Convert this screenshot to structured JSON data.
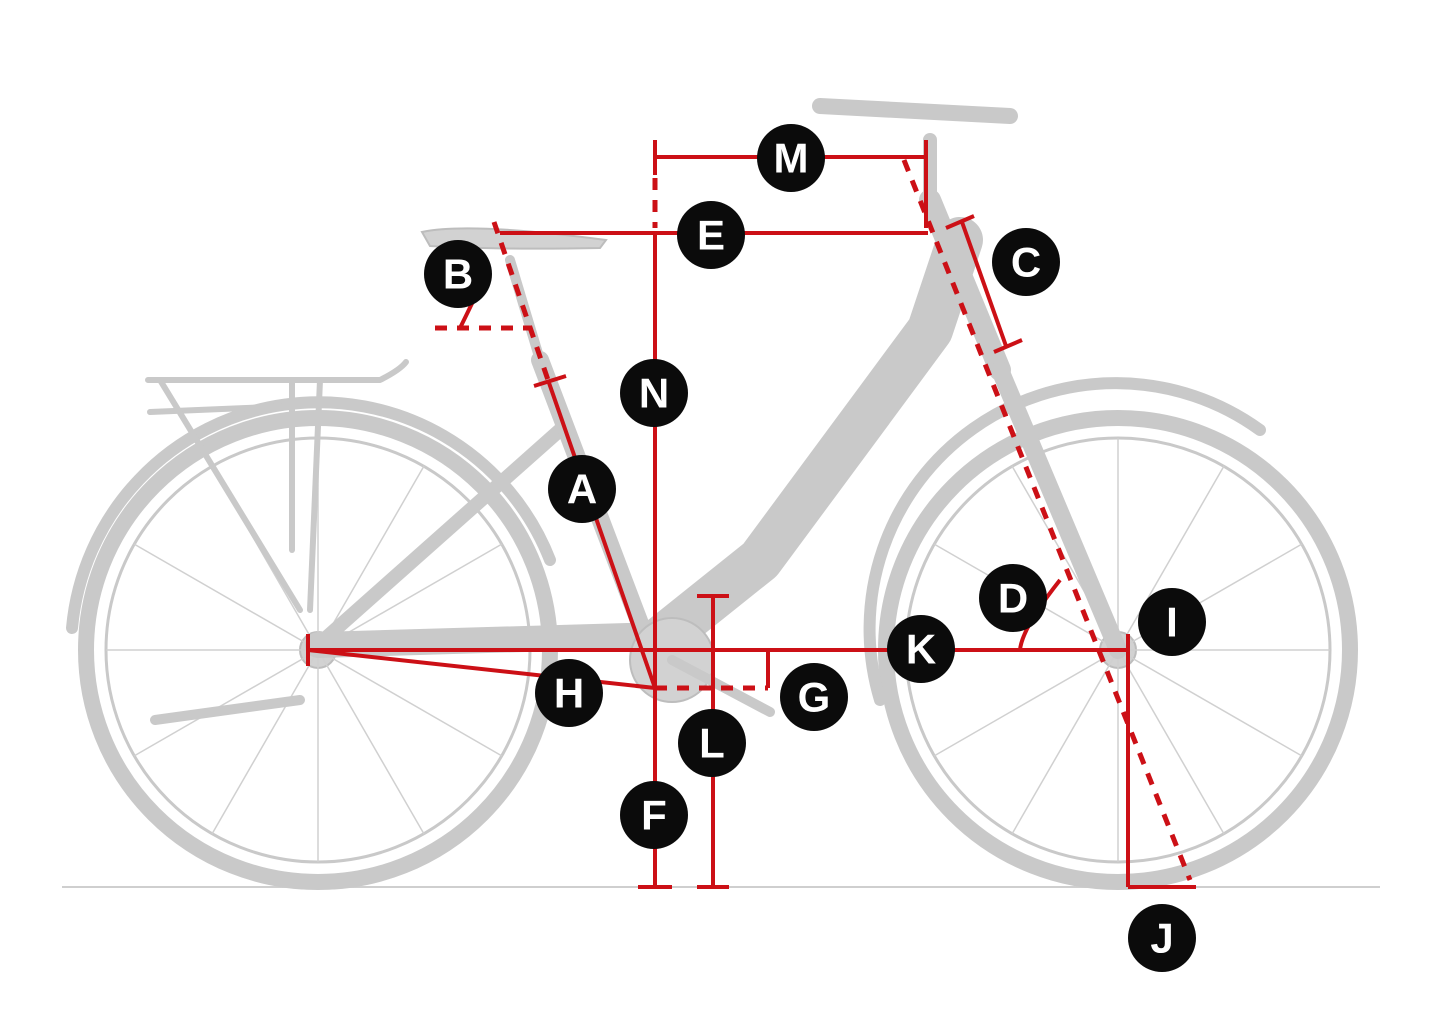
{
  "diagram": {
    "type": "bicycle-geometry",
    "markers": [
      {
        "id": "A",
        "label": "A"
      },
      {
        "id": "B",
        "label": "B"
      },
      {
        "id": "C",
        "label": "C"
      },
      {
        "id": "D",
        "label": "D"
      },
      {
        "id": "E",
        "label": "E"
      },
      {
        "id": "F",
        "label": "F"
      },
      {
        "id": "G",
        "label": "G"
      },
      {
        "id": "H",
        "label": "H"
      },
      {
        "id": "I",
        "label": "I"
      },
      {
        "id": "J",
        "label": "J"
      },
      {
        "id": "K",
        "label": "K"
      },
      {
        "id": "L",
        "label": "L"
      },
      {
        "id": "M",
        "label": "M"
      },
      {
        "id": "N",
        "label": "N"
      }
    ],
    "colors": {
      "measurement_line": "#cc1016",
      "marker_fill": "#0b0b0b",
      "marker_text": "#ffffff",
      "bike_silhouette": "#c9c9c9"
    }
  }
}
